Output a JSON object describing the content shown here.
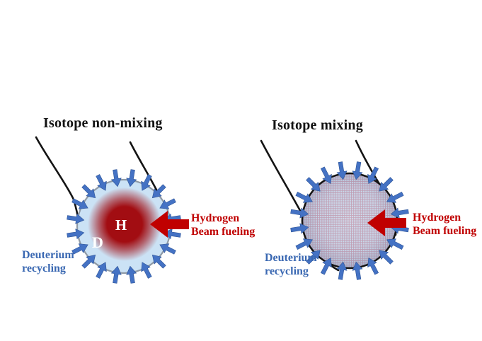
{
  "figure": {
    "arrow_count_per_circle": 20,
    "panels": [
      {
        "id": "non-mixing",
        "title": "Isotope non-mixing",
        "core_label": "H",
        "edge_label": "D",
        "recycling_label": "Deuterium\nrecycling",
        "fueling_label": "Hydrogen\nBeam fueling"
      },
      {
        "id": "mixing",
        "title": "Isotope mixing",
        "recycling_label": "Deuterium\nrecycling",
        "fueling_label": "Hydrogen\nBeam fueling"
      }
    ],
    "colors": {
      "title_text": "#121212",
      "recycling_text": "#3A68B2",
      "fueling_text": "#C00000",
      "beam_arrow": "#C00000",
      "recycling_arrow": "#4472C4",
      "recycling_arrow_edge": "#2F5597",
      "core_red": "#A20D12",
      "edge_plasma_blue": "#CBE2F5",
      "plasma_rim_gray": "#8F9AA6",
      "separatrix_black": "#141414",
      "mixed_plasma_base": "#CCD7E9",
      "mixed_plasma_grid": "#B85C74",
      "core_label_white": "#FFFFFF"
    }
  }
}
